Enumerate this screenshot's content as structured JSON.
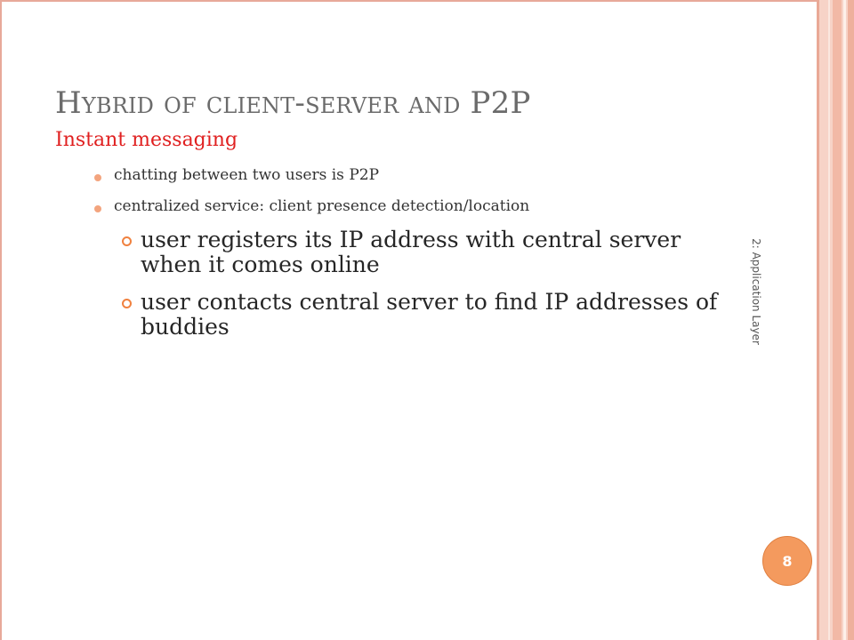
{
  "slide": {
    "title": "Hybrid of client-server and P2P",
    "subtitle": "Instant messaging",
    "bullets": [
      {
        "text": "chatting between two users is P2P"
      },
      {
        "text": "centralized service: client presence detection/location",
        "sub_bullets": [
          {
            "text": "user registers its IP address with central server when it comes online"
          },
          {
            "text": "user contacts central server to find IP addresses of buddies"
          }
        ]
      }
    ],
    "side_label": "2: Application Layer",
    "page_number": "8"
  },
  "colors": {
    "title": "#6b6b6b",
    "subtitle": "#e02020",
    "bullet_dot": "#f3a47e",
    "sub_bullet_ring": "#f0813f",
    "page_circle": "#f49a5e",
    "frame": "#e8a99a"
  }
}
